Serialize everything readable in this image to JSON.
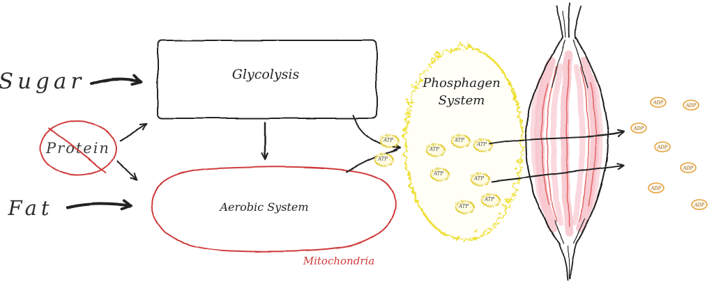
{
  "diagram": {
    "inputs": {
      "sugar": "Sugar",
      "protein": "Protein",
      "fat": "Fat"
    },
    "systems": {
      "glycolysis": "Glycolysis",
      "aerobic": "Aerobic System",
      "mitochondria": "Mitochondria",
      "phosphagen_line1": "Phosphagen",
      "phosphagen_line2": "System"
    },
    "tokens": {
      "atp": "ATP",
      "adp": "ADP"
    },
    "colors": {
      "ink": "#222222",
      "aerobic_red": "#cf3a3a",
      "protein_red": "#cf3a3a",
      "phosphagen_yellow": "#efe13c",
      "atp_yellow": "#e2cb30",
      "adp_orange": "#e3a33f",
      "muscle_pink": "#f7c3cb",
      "muscle_red": "#e05858"
    }
  }
}
